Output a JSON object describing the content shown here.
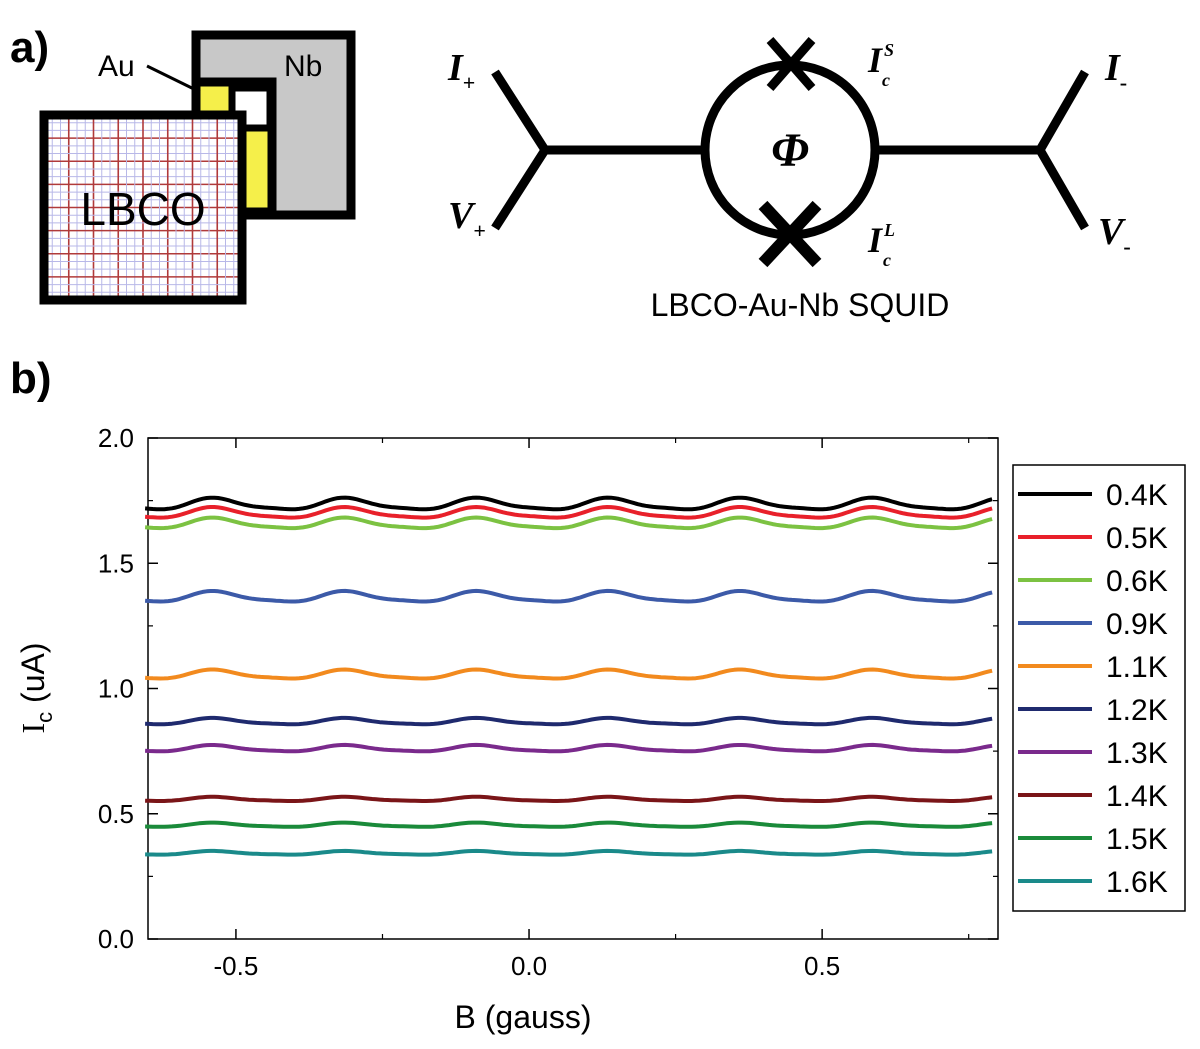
{
  "panel_a": {
    "label": "a)",
    "device": {
      "au_label": "Au",
      "nb_label": "Nb",
      "lbco_label": "LBCO"
    },
    "circuit": {
      "i_plus": "I",
      "i_plus_sub": "+",
      "v_plus": "V",
      "v_plus_sub": "+",
      "i_minus": "I",
      "i_minus_sub": "-",
      "v_minus": "V",
      "v_minus_sub": "-",
      "phi": "Φ",
      "ics_main": "I",
      "ics_sub": "c",
      "ics_sup": "S",
      "icl_main": "I",
      "icl_sub": "c",
      "icl_sup": "L",
      "caption": "LBCO-Au-Nb SQUID"
    },
    "colors": {
      "nb": "#c8c8c8",
      "au": "#f5ef4a",
      "lbco_grid_red": "#b03a3a",
      "lbco_grid_blue": "#b8b8e8"
    }
  },
  "panel_b": {
    "label": "b)"
  },
  "chart_data": {
    "type": "line",
    "title": "",
    "xlabel": "B (gauss)",
    "ylabel_main": "I",
    "ylabel_sub": "c",
    "ylabel_rest": " (uA)",
    "xlim": [
      -0.65,
      0.8
    ],
    "ylim": [
      0.0,
      2.0
    ],
    "xticks": [
      -0.5,
      0.0,
      0.5
    ],
    "xtick_labels": [
      "-0.5",
      "0.0",
      "0.5"
    ],
    "yticks": [
      0.0,
      0.5,
      1.0,
      1.5,
      2.0
    ],
    "ytick_labels": [
      "0.0",
      "0.5",
      "1.0",
      "1.5",
      "2.0"
    ],
    "grid": false,
    "legend_position": "right",
    "oscillation_period_gauss": 0.225,
    "series": [
      {
        "name": "0.4K",
        "color": "#000000",
        "mean": 1.735,
        "amplitude": 0.022
      },
      {
        "name": "0.5K",
        "color": "#e8202a",
        "mean": 1.7,
        "amplitude": 0.02
      },
      {
        "name": "0.6K",
        "color": "#7cc242",
        "mean": 1.658,
        "amplitude": 0.02
      },
      {
        "name": "0.9K",
        "color": "#3c5aa8",
        "mean": 1.365,
        "amplitude": 0.02
      },
      {
        "name": "1.1K",
        "color": "#f28a1e",
        "mean": 1.055,
        "amplitude": 0.017
      },
      {
        "name": "1.2K",
        "color": "#1f2a6e",
        "mean": 0.868,
        "amplitude": 0.012
      },
      {
        "name": "1.3K",
        "color": "#7a2a8c",
        "mean": 0.76,
        "amplitude": 0.012
      },
      {
        "name": "1.4K",
        "color": "#7a1518",
        "mean": 0.558,
        "amplitude": 0.008
      },
      {
        "name": "1.5K",
        "color": "#1a8a3a",
        "mean": 0.455,
        "amplitude": 0.008
      },
      {
        "name": "1.6K",
        "color": "#1a8a8a",
        "mean": 0.343,
        "amplitude": 0.007
      }
    ]
  }
}
